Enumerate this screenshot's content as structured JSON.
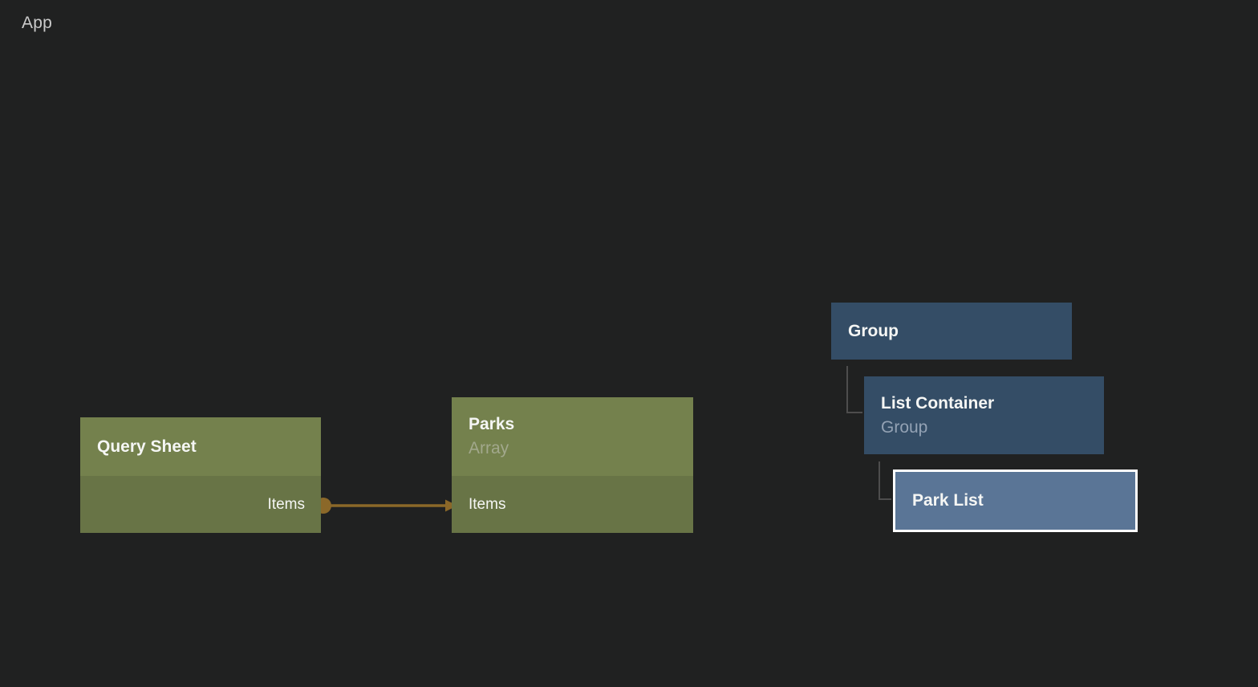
{
  "app": {
    "label": "App"
  },
  "colors": {
    "background": "#202121",
    "green_node_header": "#74814D",
    "green_node_body": "#687446",
    "blue_node": "#344D66",
    "selected_node": "#5A7596",
    "selected_outline": "#FFFFFF",
    "wire": "#8B6829",
    "tree_connector": "#4D4D4D",
    "title_text": "#F5F6F4",
    "green_subtitle": "#A2A88C",
    "blue_subtitle": "#93A2B4",
    "app_label": "#CBCBCB"
  },
  "nodes": {
    "query_sheet": {
      "title": "Query Sheet",
      "ports": {
        "output": "Items"
      }
    },
    "parks": {
      "title": "Parks",
      "subtitle": "Array",
      "ports": {
        "input": "Items"
      }
    },
    "group": {
      "title": "Group"
    },
    "list_container": {
      "title": "List Container",
      "subtitle": "Group"
    },
    "park_list": {
      "title": "Park List",
      "selected": true
    }
  },
  "connections": [
    {
      "from_node": "Query Sheet",
      "from_port": "Items",
      "to_node": "Parks",
      "to_port": "Items"
    }
  ],
  "hierarchy": [
    {
      "parent": "Group",
      "child": "List Container"
    },
    {
      "parent": "List Container",
      "child": "Park List"
    }
  ]
}
